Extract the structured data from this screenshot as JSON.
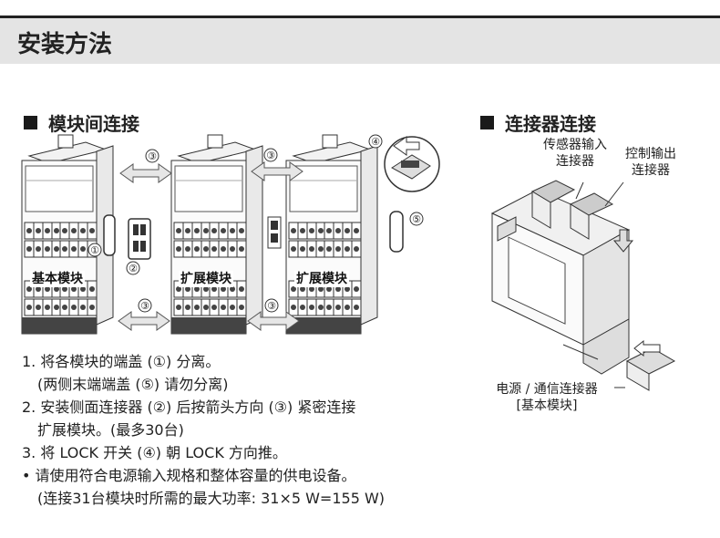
{
  "header": {
    "title": "安装方法"
  },
  "sections": {
    "left_title": "模块间连接",
    "right_title": "连接器连接"
  },
  "left_diagram": {
    "module_labels": [
      "基本模块",
      "扩展模块",
      "扩展模块"
    ],
    "callouts": [
      "①",
      "②",
      "③",
      "③",
      "③",
      "③",
      "④",
      "⑤"
    ]
  },
  "right_diagram": {
    "sensor_label": [
      "传感器输入",
      "连接器"
    ],
    "control_label": [
      "控制输出",
      "连接器"
    ],
    "power_label": [
      "电源 / 通信连接器",
      "[基本模块]"
    ]
  },
  "steps": [
    "1. 将各模块的端盖 (①) 分离。",
    "(两侧末端端盖 (⑤) 请勿分离)",
    "2. 安装侧面连接器 (②) 后按箭头方向 (③) 紧密连接",
    "扩展模块。(最多30台)",
    "3. 将 LOCK 开关 (④) 朝 LOCK 方向推。",
    "• 请使用符合电源输入规格和整体容量的供电设备。",
    "(连接31台模块时所需的最大功率: 31×5 W=155 W)"
  ]
}
